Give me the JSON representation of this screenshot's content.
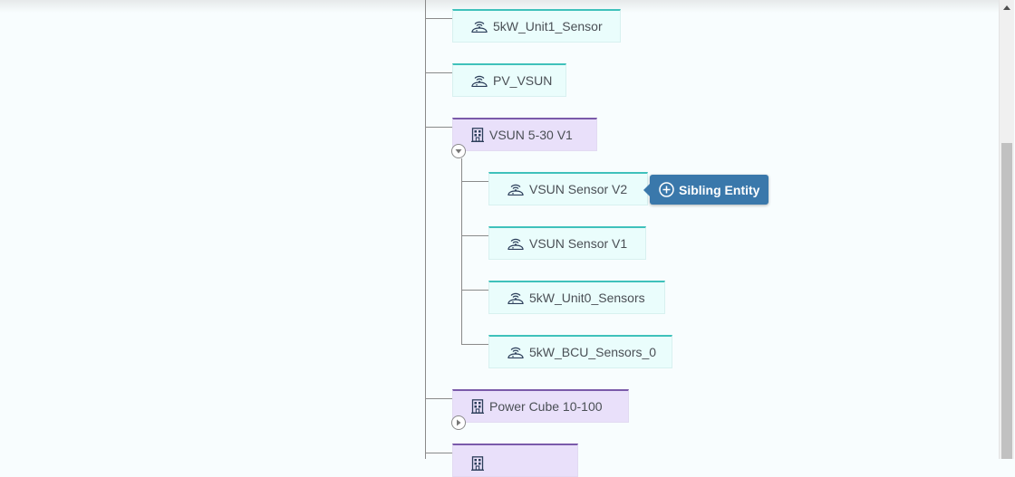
{
  "tree": {
    "nodes": [
      {
        "label": "5kW_Unit1_Sensor",
        "type": "sensor",
        "icon": "sensor-icon"
      },
      {
        "label": "PV_VSUN",
        "type": "sensor",
        "icon": "sensor-icon"
      },
      {
        "label": "VSUN 5-30 V1",
        "type": "site",
        "icon": "building-icon",
        "expanded": true,
        "children": [
          {
            "label": "VSUN Sensor V2",
            "type": "sensor",
            "icon": "sensor-icon"
          },
          {
            "label": "VSUN Sensor V1",
            "type": "sensor",
            "icon": "sensor-icon"
          },
          {
            "label": "5kW_Unit0_Sensors",
            "type": "sensor",
            "icon": "sensor-icon"
          },
          {
            "label": "5kW_BCU_Sensors_0",
            "type": "sensor",
            "icon": "sensor-icon"
          }
        ]
      },
      {
        "label": "Power Cube 10-100",
        "type": "site",
        "icon": "building-icon",
        "expanded": false
      },
      {
        "label": "",
        "type": "site",
        "icon": "building-icon"
      }
    ]
  },
  "tooltip": {
    "label": "Sibling Entity",
    "icon": "plus-circle-icon"
  },
  "colors": {
    "sensor_accent": "#3fc1bb",
    "site_accent": "#7a5aaa",
    "tooltip_bg": "#3a78ab"
  }
}
